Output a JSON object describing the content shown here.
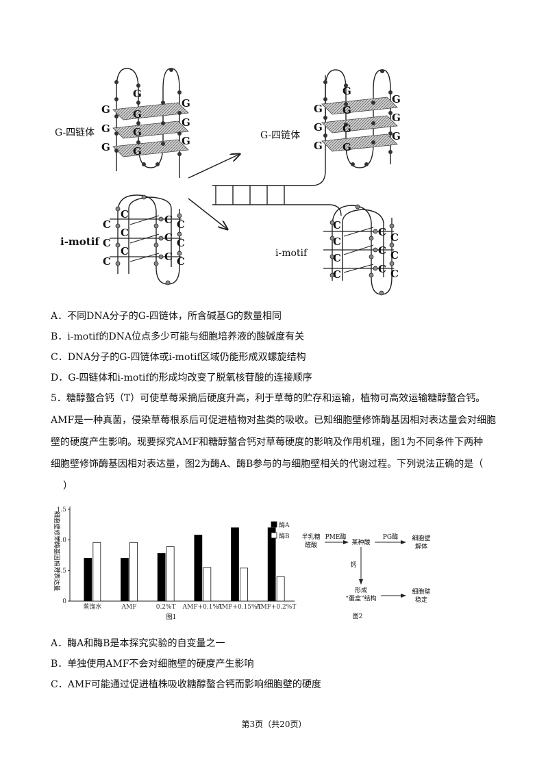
{
  "diagram_top": {
    "labels": {
      "g_quad": "G-四链体",
      "i_motif": "i-motif",
      "g": "G",
      "c": "C"
    }
  },
  "q4_options": [
    "A．不同DNA分子的G-四链体，所含碱基G的数量相同",
    "B．i-motif的DNA位点多少可能与细胞培养液的酸碱度有关",
    "C．DNA分子的G-四链体或i-motif区域仍能形成双螺旋结构",
    "D．G-四链体和i-motif的形成均改变了脱氧核苷酸的连接顺序"
  ],
  "q5_stem": [
    "5．糖醇螯合钙（T）可使草莓采摘后硬度升高，利于草莓的贮存和运输，植物可高效运输糖醇螯合钙。",
    "AMF是一种真菌，侵染草莓根系后可促进植物对盐类的吸收。已知细胞壁修饰酶基因相对表达量会对细胞",
    "壁的硬度产生影响。现要探究AMF和糖醇螯合钙对草莓硬度的影响及作用机理，图1为不同条件下两种",
    "细胞壁修饰酶基因相对表达量，图2为酶A、酶B参与的与细胞壁相关的代谢过程。下列说法正确的是（",
    "）"
  ],
  "chart_data": {
    "type": "bar",
    "ylabel": "细胞壁修饰酶基因相对表达量",
    "caption": "图1",
    "ylim": [
      0,
      1.5
    ],
    "yticks": [
      "0",
      "0.5",
      "1.0",
      "1.5"
    ],
    "categories": [
      "蒸馏水",
      "AMF",
      "0.2%T",
      "AMF+0.1%T",
      "AMF+0.15%T",
      "AMF+0.2%T"
    ],
    "series": [
      {
        "name": "酶A",
        "color": "#000000",
        "values": [
          0.7,
          0.7,
          0.78,
          1.08,
          1.2,
          1.2
        ]
      },
      {
        "name": "酶B",
        "color": "#ffffff",
        "values": [
          0.96,
          0.96,
          0.89,
          0.55,
          0.54,
          0.4
        ]
      }
    ],
    "legend": "top-right"
  },
  "fig2": {
    "caption": "图2",
    "n1": [
      "半乳糖",
      "醛酸"
    ],
    "e1": "PME酶",
    "n2": "某种酸",
    "e2": "PG酶",
    "n3": [
      "细胞壁",
      "解体"
    ],
    "e3": "钙",
    "n4": [
      "形成",
      "“蛋盒”结构"
    ],
    "n5": [
      "细胞壁",
      "稳定"
    ]
  },
  "q5_options": [
    "A．酶A和酶B是本探究实验的自变量之一",
    "B．单独使用AMF不会对细胞壁的硬度产生影响",
    "C．AMF可能通过促进植株吸收糖醇螯合钙而影响细胞壁的硬度"
  ],
  "footer": "第3页（共20页）"
}
